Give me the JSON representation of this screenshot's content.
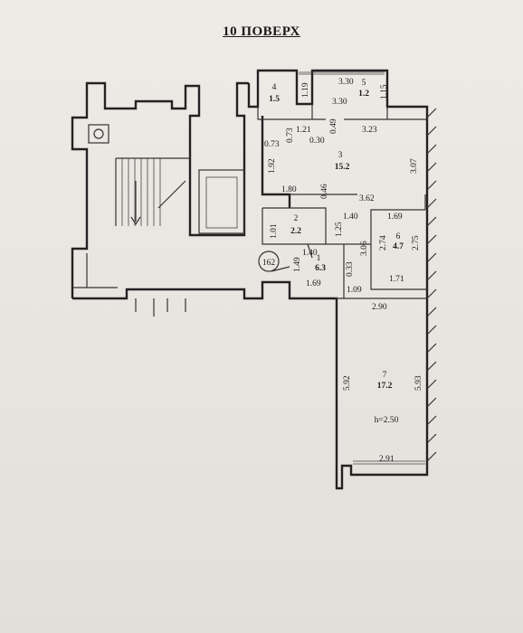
{
  "title": "10 ПОВЕРХ",
  "apartment_number": "162",
  "height_note": "h=2.50",
  "rooms": [
    {
      "id": "1",
      "area": "6.3"
    },
    {
      "id": "2",
      "area": "2.2"
    },
    {
      "id": "3",
      "area": "15.2"
    },
    {
      "id": "4",
      "area": "1.5"
    },
    {
      "id": "5",
      "area": "1.2"
    },
    {
      "id": "6",
      "area": "4.7"
    },
    {
      "id": "7",
      "area": "17.2"
    }
  ],
  "dimensions": [
    "3.30",
    "3.30",
    "1.19",
    "1.15",
    "0.73",
    "1.21",
    "0.49",
    "0.73",
    "0.30",
    "3.23",
    "1.92",
    "3.07",
    "1.80",
    "0.46",
    "3.62",
    "1.40",
    "1.69",
    "1.25",
    "1.01",
    "2.74",
    "2.75",
    "3.06",
    "1.40",
    "0.33",
    "1.49",
    "1.71",
    "1.69",
    "1.09",
    "2.90",
    "5.92",
    "5.93",
    "2.91"
  ]
}
